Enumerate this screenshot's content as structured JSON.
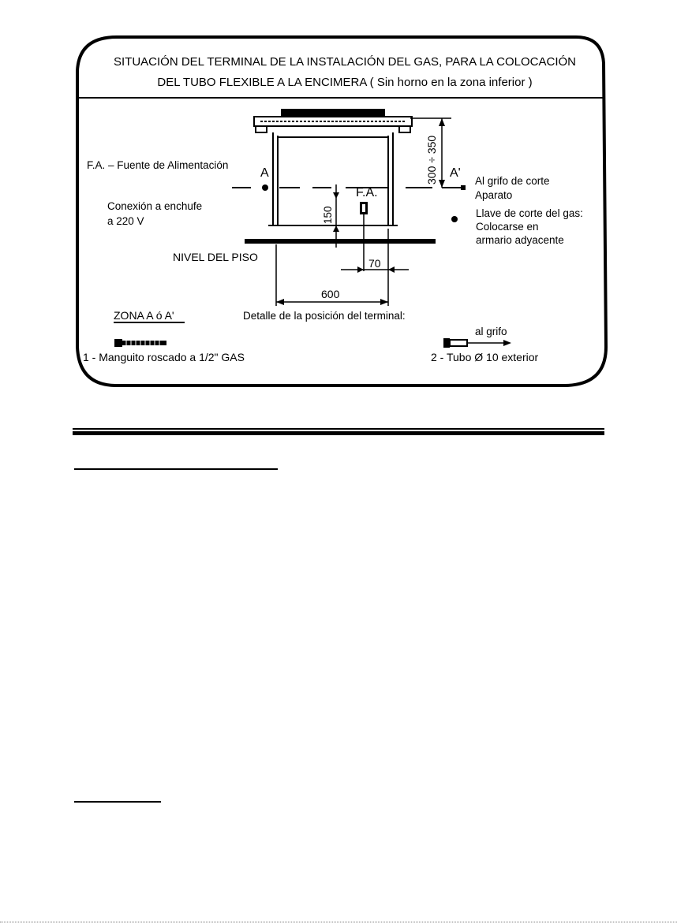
{
  "diagram": {
    "title_line1": "SITUACIÓN DEL TERMINAL DE LA INSTALACIÓN DEL GAS, PARA LA COLOCACIÓN",
    "title_line2": "DEL TUBO FLEXIBLE A LA ENCIMERA ( Sin horno en la zona inferior )",
    "label_fa_full": "F.A. – Fuente de Alimentación",
    "label_a": "A",
    "label_a_prime": "A'",
    "label_fa": "F.A.",
    "label_conexion_1": "Conexión a enchufe",
    "label_conexion_2": "a 220 V",
    "label_nivel_piso": "NIVEL DEL PISO",
    "label_grifo_1": "Al grifo de corte",
    "label_grifo_2": "Aparato",
    "label_llave_1": "Llave de corte del gas:",
    "label_llave_2": "Colocarse en",
    "label_llave_3": "armario adyacente",
    "dim_vertical": "300 ÷ 350",
    "dim_150": "150",
    "dim_70": "70",
    "dim_600": "600",
    "zona_title": "ZONA A ó A'",
    "detalle_caption": "Detalle de la posición del terminal:",
    "part_1_label": "1 - Manguito roscado a 1/2\" GAS",
    "part_2_label": "2 - Tubo Ø 10 exterior",
    "al_grifo": "al grifo"
  }
}
